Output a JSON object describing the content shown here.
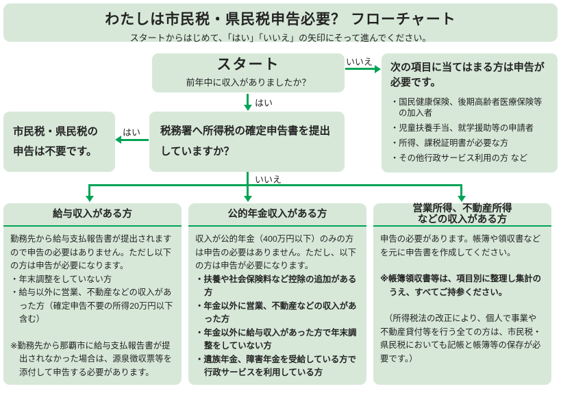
{
  "colors": {
    "accent": "#00a455",
    "box_bg": "#d7e8d8",
    "text": "#232323"
  },
  "header": {
    "title": "わたしは市民税・県民税申告必要？ フローチャート",
    "subtitle": "スタートからはじめて、「はい」「いいえ」の矢印にそって進んでください。"
  },
  "labels": {
    "yes": "はい",
    "no": "いいえ"
  },
  "start_box": {
    "title": "スタート",
    "question": "前年中に収入がありましたか？"
  },
  "required_box": {
    "heading": "次の項目に当てはまる方は申告が必要です。",
    "items": [
      "・国民健康保険、後期高齢者医療保険等の加入者",
      "・児童扶養手当、就学援助等の申請者",
      "・所得、課税証明書が必要な方",
      "・その他行政サービス利用の方 など"
    ]
  },
  "tax_office_box": {
    "question": "税務署へ所得税の確定申告書を提出していますか？"
  },
  "not_required_box": {
    "text": "市民税・県民税の申告は不要です。"
  },
  "branch_boxes": [
    {
      "title": "給与収入がある方",
      "intro": "勤務先から給与支払報告書が提出されますので申告の必要はありません。ただし以下の方は申告が必要になります。",
      "bullets": [
        "・年末調整をしていない方",
        "・給与以外に営業、不動産などの収入があった方（確定申告不要の所得20万円以下含む）"
      ],
      "note": "※勤務先から那覇市に給与支払報告書が提出されなかった場合は、源泉徴収票等を添付して申告する必要があります。"
    },
    {
      "title": "公的年金収入がある方",
      "intro": "収入が公的年金（400万円以下）のみの方は申告の必要はありません。ただし、以下の方は申告が必要になります。",
      "bullets": [
        "・扶養や社会保険料など控除の追加がある方",
        "・年金以外に営業、不動産などの収入があった方",
        "・年金以外に給与収入があった方で年末調整をしていない方",
        "・遺族年金、障害年金を受給している方で行政サービスを利用している方"
      ]
    },
    {
      "title": "営業所得、不動産所得\nなどの収入がある方",
      "intro": "申告の必要があります。帳簿や領収書などを元に申告書を作成してください。",
      "note": "※帳簿領収書等は、項目別に整理し集計のうえ、すべてご持参ください。",
      "paren": "（所得税法の改正により、個人で事業や不動産貸付等を行う全ての方は、市民税・県民税においても記帳と帳簿等の保存が必要です。）"
    }
  ]
}
